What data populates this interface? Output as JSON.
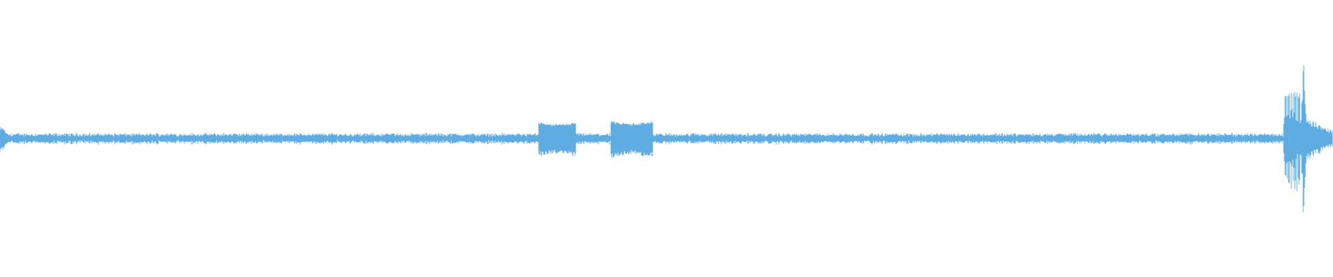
{
  "waveform": {
    "color": "#5DADE2",
    "background": "#ffffff",
    "baseline_amplitude": 0.03,
    "noise_amplitude": 0.012,
    "segments": [
      {
        "start": 0.0,
        "end": 0.006,
        "amplitude": 0.1,
        "shape": "decay"
      },
      {
        "start": 0.404,
        "end": 0.432,
        "amplitude": 0.12,
        "shape": "block"
      },
      {
        "start": 0.458,
        "end": 0.49,
        "amplitude": 0.13,
        "shape": "block"
      },
      {
        "start": 0.963,
        "end": 0.975,
        "amplitude": 0.35,
        "shape": "burst"
      },
      {
        "start": 0.975,
        "end": 1.0,
        "amplitude": 0.18,
        "shape": "decay"
      }
    ],
    "peak": {
      "position": 0.978,
      "amplitude": 0.62
    }
  }
}
